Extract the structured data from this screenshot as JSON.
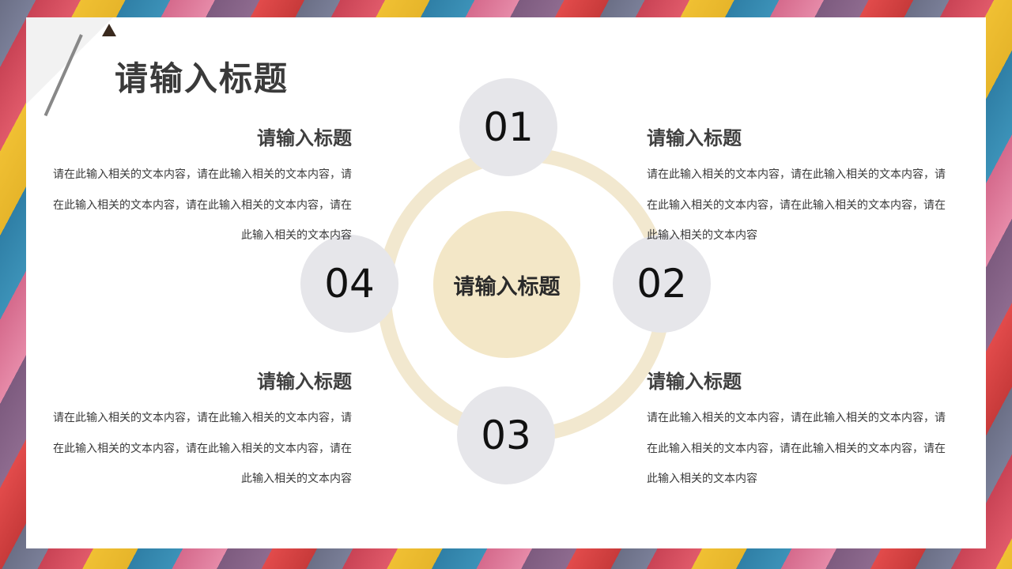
{
  "title": "请输入标题",
  "center_label": "请输入标题",
  "numbers": [
    "01",
    "02",
    "03",
    "04"
  ],
  "blocks": {
    "top_left": {
      "heading": "请输入标题",
      "body": "请在此输入相关的文本内容，请在此输入相关的文本内容，请在此输入相关的文本内容，请在此输入相关的文本内容，请在此输入相关的文本内容"
    },
    "top_right": {
      "heading": "请输入标题",
      "body": "请在此输入相关的文本内容，请在此输入相关的文本内容，请在此输入相关的文本内容，请在此输入相关的文本内容，请在此输入相关的文本内容"
    },
    "bottom_left": {
      "heading": "请输入标题",
      "body": "请在此输入相关的文本内容，请在此输入相关的文本内容，请在此输入相关的文本内容，请在此输入相关的文本内容，请在此输入相关的文本内容"
    },
    "bottom_right": {
      "heading": "请输入标题",
      "body": "请在此输入相关的文本内容，请在此输入相关的文本内容，请在此输入相关的文本内容，请在此输入相关的文本内容，请在此输入相关的文本内容"
    }
  },
  "colors": {
    "ring": "#f2e8cf",
    "center": "#f3e7c7",
    "number_circle": "#e6e6ea"
  }
}
